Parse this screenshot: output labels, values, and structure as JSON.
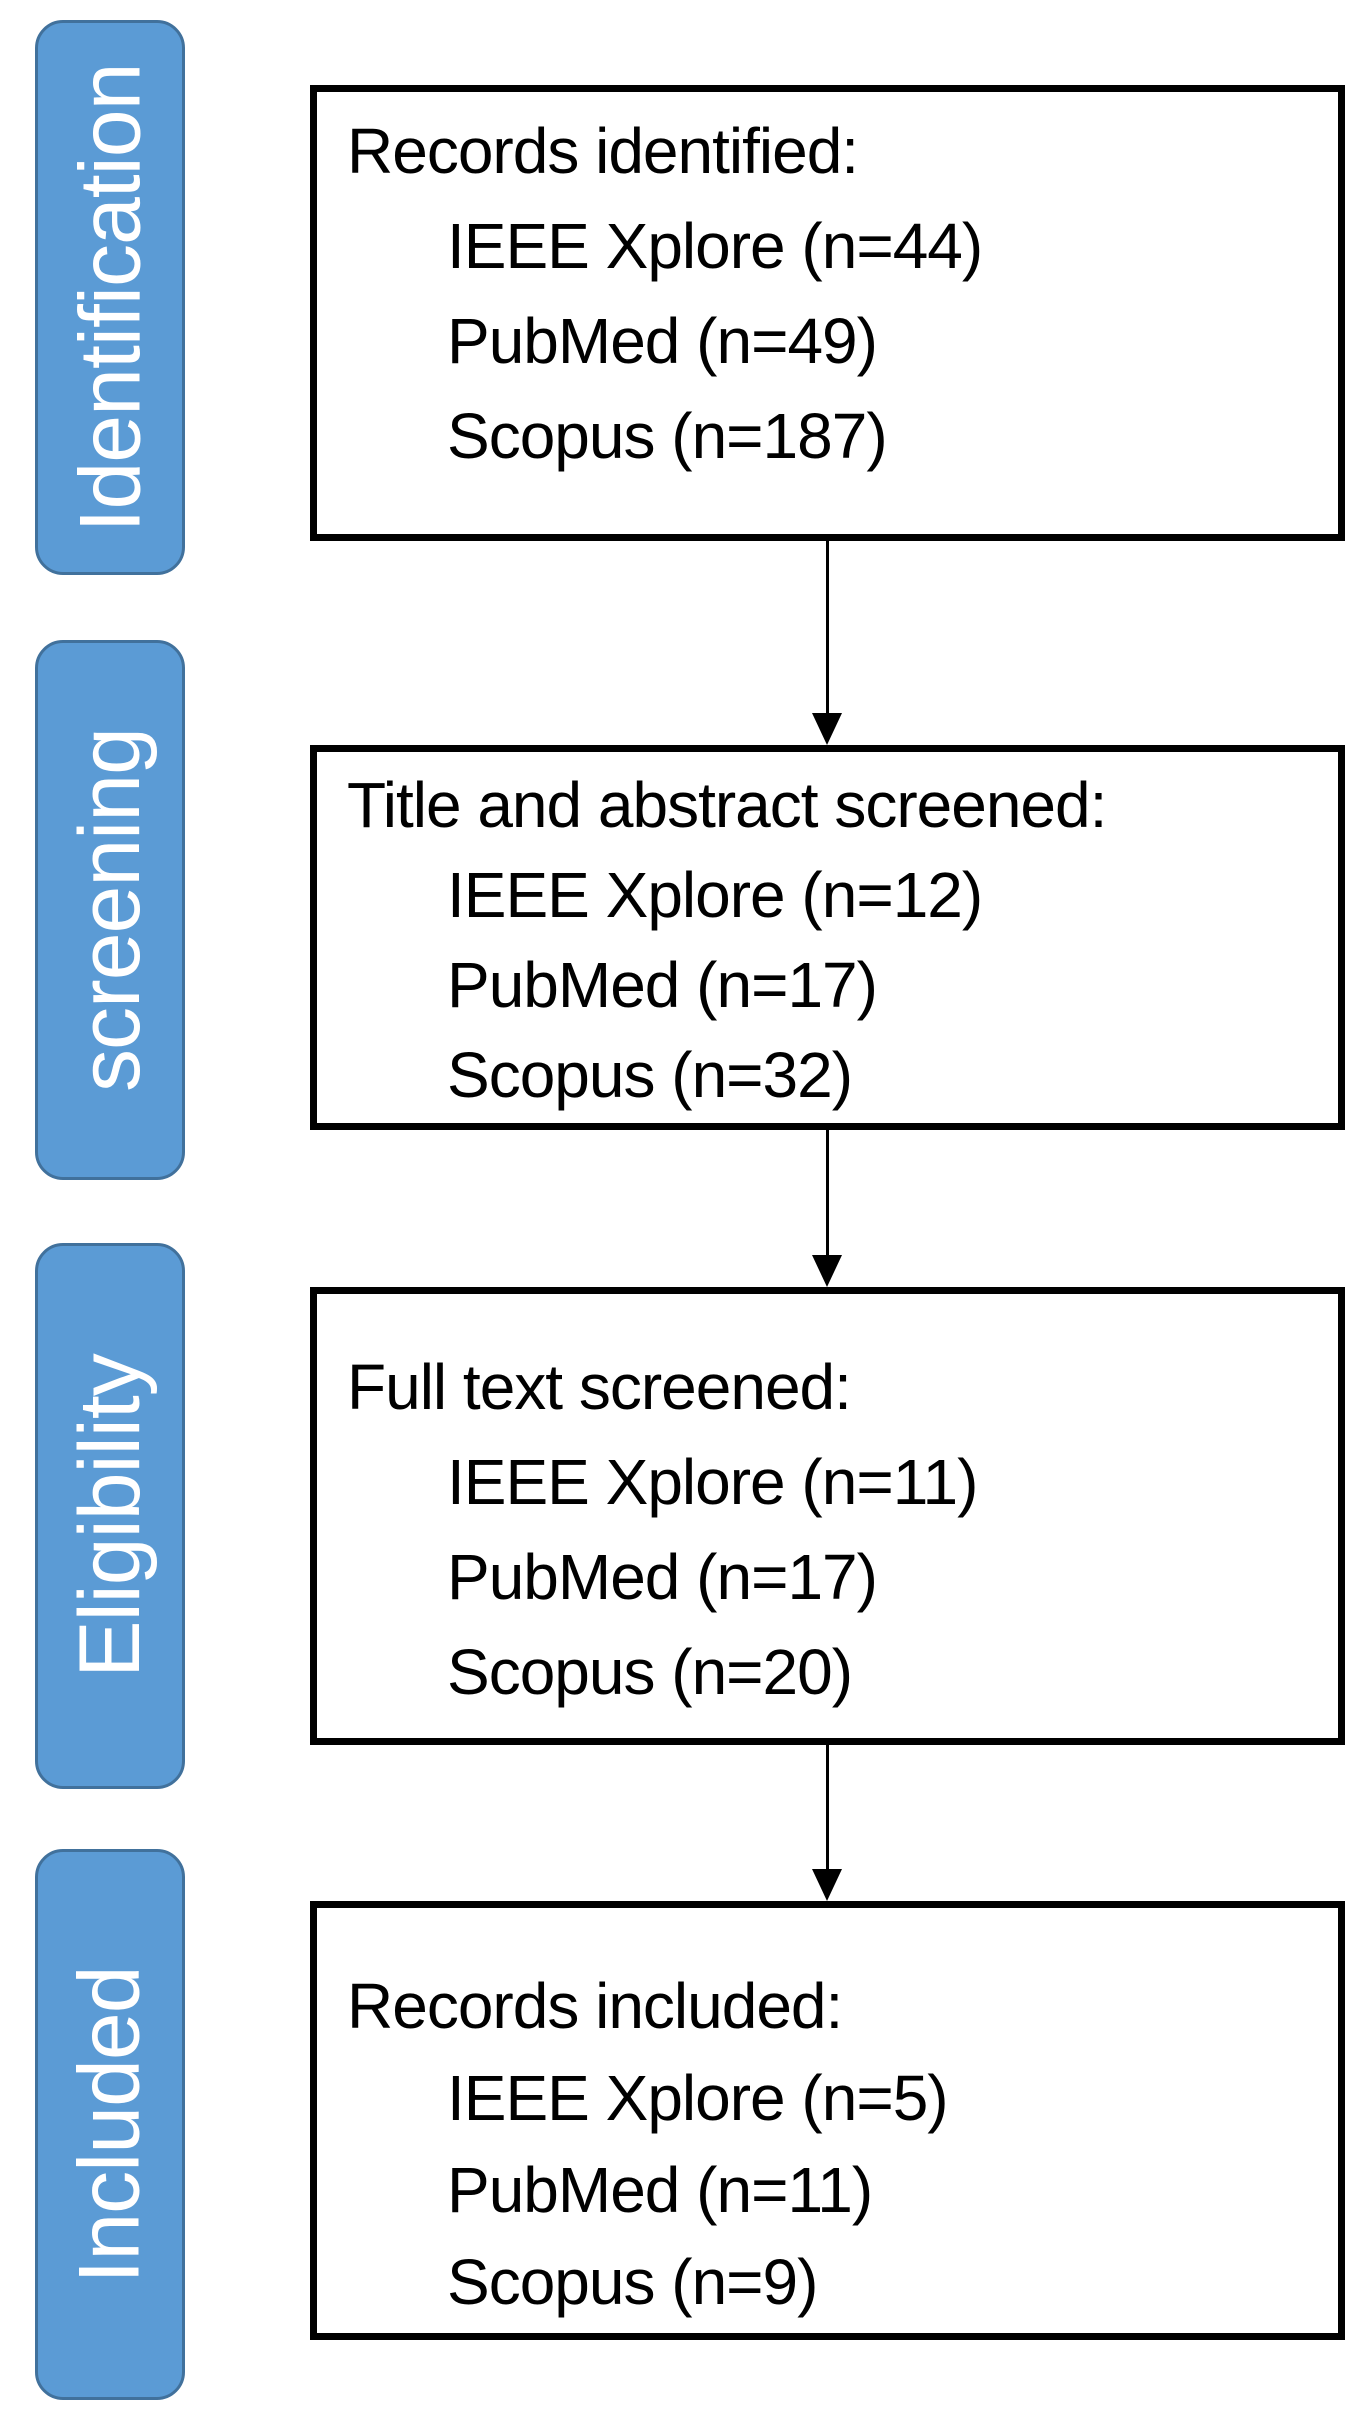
{
  "diagram": {
    "type": "prisma-flow-diagram",
    "orientation": "vertical",
    "stages": [
      {
        "label": "Identification",
        "box": {
          "heading": "Records identified:",
          "items": [
            {
              "source": "IEEE Xplore",
              "n": 44,
              "display": "IEEE Xplore (n=44)"
            },
            {
              "source": "PubMed",
              "n": 49,
              "display": "PubMed (n=49)"
            },
            {
              "source": "Scopus",
              "n": 187,
              "display": "Scopus (n=187)"
            }
          ]
        },
        "arrow_to_next": true
      },
      {
        "label": "screening",
        "box": {
          "heading": "Title and abstract screened:",
          "items": [
            {
              "source": "IEEE Xplore",
              "n": 12,
              "display": "IEEE Xplore (n=12)"
            },
            {
              "source": "PubMed",
              "n": 17,
              "display": "PubMed (n=17)"
            },
            {
              "source": "Scopus",
              "n": 32,
              "display": "Scopus (n=32)"
            }
          ]
        },
        "arrow_to_next": true
      },
      {
        "label": "Eligibility",
        "box": {
          "heading": "Full text screened:",
          "items": [
            {
              "source": "IEEE Xplore",
              "n": 11,
              "display": "IEEE Xplore (n=11)"
            },
            {
              "source": "PubMed",
              "n": 17,
              "display": "PubMed (n=17)"
            },
            {
              "source": "Scopus",
              "n": 20,
              "display": "Scopus (n=20)"
            }
          ]
        },
        "arrow_to_next": true
      },
      {
        "label": "Included",
        "box": {
          "heading": "Records included:",
          "items": [
            {
              "source": "IEEE Xplore",
              "n": 5,
              "display": "IEEE Xplore (n=5)"
            },
            {
              "source": "PubMed",
              "n": 11,
              "display": "PubMed (n=11)"
            },
            {
              "source": "Scopus",
              "n": 9,
              "display": "Scopus (n=9)"
            }
          ]
        },
        "arrow_to_next": false
      }
    ],
    "colors": {
      "stage_fill": "#5B9BD5",
      "stage_border": "#41719C",
      "stage_text": "#FFFFFF",
      "box_fill": "#FFFFFF",
      "box_border": "#000000",
      "box_text": "#000000",
      "arrow": "#000000",
      "background": "#FFFFFF"
    }
  }
}
